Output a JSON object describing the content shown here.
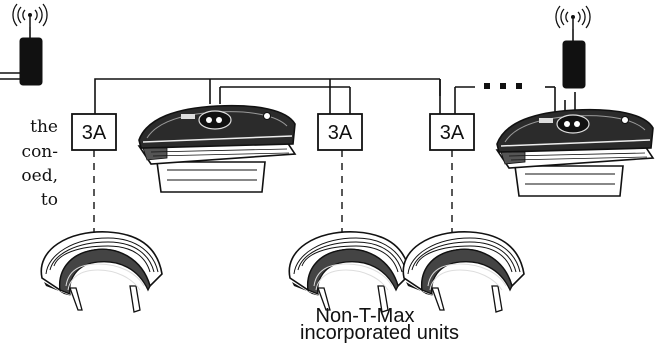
{
  "text_fragment": {
    "lines": [
      "the",
      "con-",
      "oed,",
      "to"
    ]
  },
  "breaker_label": "3A",
  "caption": {
    "lines": [
      "Non-T-Max",
      "incorporated units"
    ]
  },
  "icons": {
    "transmitter": "wireless-transmitter-icon",
    "tanning_bed": "tanning-bed-icon",
    "canopy": "tanning-canopy-icon",
    "breaker": "breaker-box-icon"
  },
  "colors": {
    "line": "#111111",
    "device": "#111111",
    "bed_dark": "#333333",
    "bed_light": "#f4f4f4"
  }
}
